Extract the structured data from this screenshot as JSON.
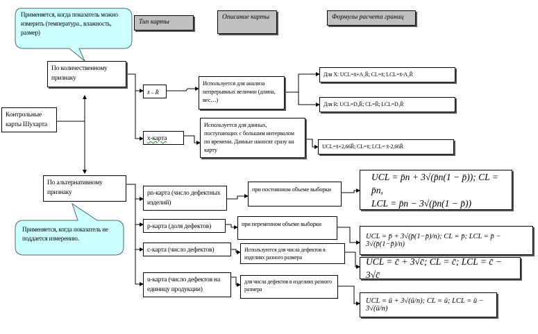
{
  "headers": {
    "type": "Тип карты",
    "description": "Описание карты",
    "formulas": "Формулы расчета границ"
  },
  "callouts": {
    "top": "Применяется, когда показатель можно измерить (температура., влажность, размер)",
    "bottom": "Применяется, когда показатель не поддается измерению."
  },
  "root": "Контрольные карты Шухарта",
  "branches": {
    "quantitative": "По количественному признаку",
    "alternative": "По альтернативному признаку"
  },
  "quantitative_charts": [
    {
      "type": "x̄ – R̄",
      "description": "Используется для анализа непрерывных величин (длина, вес…)",
      "formulas": [
        "Для X: UCL=x̄+A₂R̄; CL=x̄; LCL=x̄-A₂R̄",
        "Для R: UCL=D₄R̄; CL=R̄; LCL=D₃R̄"
      ]
    },
    {
      "type": "x-карта",
      "description": "Используется для данных, поступающих с большим интервалом по времени. Данные наносят сразу на карту",
      "formulas": [
        "UCL=x̄+2,66R̄; CL=x̄; LCL= x̄-2,66R̄"
      ]
    }
  ],
  "alternative_charts": [
    {
      "type": "pn-карта (число дефектных изделий)",
      "description": "при постоянном объеме выборки",
      "formula_lines": [
        "UCL = p̄n + 3√(p̄n(1 − p̄)); CL = p̄n,",
        "LCL = p̄n − 3√(p̄n(1 − p̄))"
      ]
    },
    {
      "type": "p-карта (доля дефектов)",
      "description": "при переменном объеме выборки",
      "formula": "UCL = p̄ + 3√(p̄(1−p̄)/n); CL = p̄; LCL = p̄ − 3√(p̄(1−p̄)/n)"
    },
    {
      "type": "c-карта (число дефектов)",
      "description": "Используются для числа дефектов в изделиях разного размера",
      "formula": "UCL = c̄ + 3√c̄; CL = c̄; LCL = c̄ − 3√c̄"
    },
    {
      "type": "u-карта (число дефектов на единицу продукции)",
      "description": "для числа дефектов в изделиях разного размера",
      "formula": "UCL = ū + 3√(ū/n); CL = ū; LCL = ū − 3√(ū/n)"
    }
  ],
  "colors": {
    "callout_fill": "#ccffff",
    "header_fill": "#c0c0c0",
    "spellcheck": "#2a8a2a"
  }
}
